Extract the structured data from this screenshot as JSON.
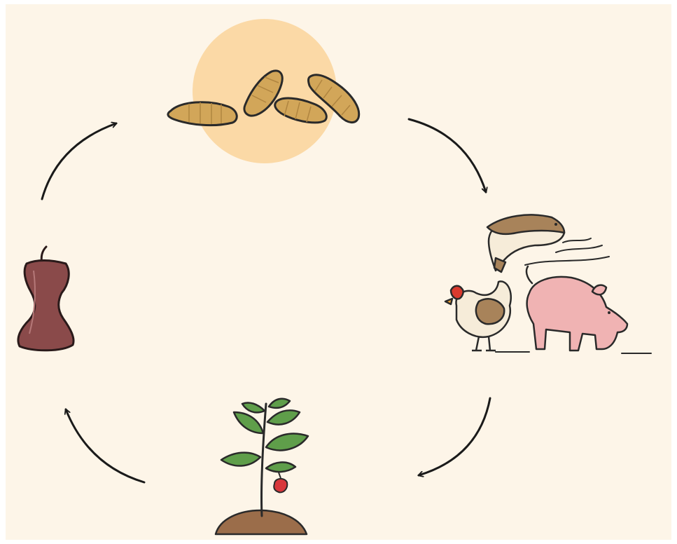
{
  "diagram": {
    "type": "cycle",
    "nodes": [
      {
        "id": "larvae",
        "icon": "larvae-icon"
      },
      {
        "id": "livestock",
        "icon": "livestock-icon",
        "members": [
          "fish-icon",
          "chicken-icon",
          "pig-icon"
        ]
      },
      {
        "id": "plant",
        "icon": "apple-plant-icon"
      },
      {
        "id": "food-waste",
        "icon": "apple-core-icon"
      }
    ],
    "edges": [
      {
        "from": "larvae",
        "to": "livestock"
      },
      {
        "from": "livestock",
        "to": "plant"
      },
      {
        "from": "plant",
        "to": "food-waste"
      },
      {
        "from": "food-waste",
        "to": "larvae"
      }
    ]
  },
  "colors": {
    "background": "#fdf5e8",
    "highlight_circle": "#fbd9a6",
    "larva": "#d2a659",
    "apple_core": "#8a4a4a",
    "pig": "#f0b3b3",
    "leaf": "#5f9e4a",
    "apple": "#d8373b",
    "soil": "#9b6d4a",
    "arrow": "#1a1a1a"
  }
}
